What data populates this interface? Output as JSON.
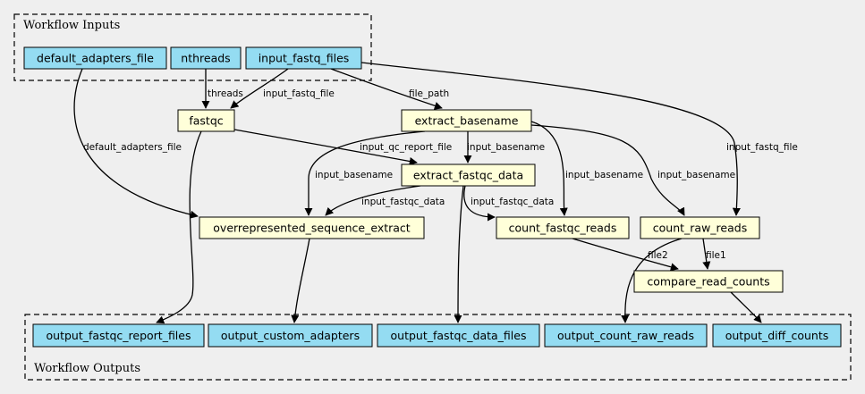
{
  "colors": {
    "background": "#efefef",
    "io_node": "#94dcf2",
    "step_node": "#ffffd9",
    "border": "#000000"
  },
  "clusters": {
    "inputs": {
      "label": "Workflow Inputs"
    },
    "outputs": {
      "label": "Workflow Outputs"
    }
  },
  "nodes": {
    "default_adapters_file": {
      "label": "default_adapters_file",
      "kind": "input"
    },
    "nthreads": {
      "label": "nthreads",
      "kind": "input"
    },
    "input_fastq_files": {
      "label": "input_fastq_files",
      "kind": "input"
    },
    "fastqc": {
      "label": "fastqc",
      "kind": "step"
    },
    "extract_basename": {
      "label": "extract_basename",
      "kind": "step"
    },
    "extract_fastqc_data": {
      "label": "extract_fastqc_data",
      "kind": "step"
    },
    "overrepresented_sequence_extract": {
      "label": "overrepresented_sequence_extract",
      "kind": "step"
    },
    "count_fastqc_reads": {
      "label": "count_fastqc_reads",
      "kind": "step"
    },
    "count_raw_reads": {
      "label": "count_raw_reads",
      "kind": "step"
    },
    "compare_read_counts": {
      "label": "compare_read_counts",
      "kind": "step"
    },
    "output_fastqc_report_files": {
      "label": "output_fastqc_report_files",
      "kind": "output"
    },
    "output_custom_adapters": {
      "label": "output_custom_adapters",
      "kind": "output"
    },
    "output_fastqc_data_files": {
      "label": "output_fastqc_data_files",
      "kind": "output"
    },
    "output_count_raw_reads": {
      "label": "output_count_raw_reads",
      "kind": "output"
    },
    "output_diff_counts": {
      "label": "output_diff_counts",
      "kind": "output"
    }
  },
  "edges": [
    {
      "from": "nthreads",
      "to": "fastqc",
      "label": "threads"
    },
    {
      "from": "input_fastq_files",
      "to": "fastqc",
      "label": "input_fastq_file"
    },
    {
      "from": "input_fastq_files",
      "to": "extract_basename",
      "label": "file_path"
    },
    {
      "from": "input_fastq_files",
      "to": "count_raw_reads",
      "label": "input_fastq_file"
    },
    {
      "from": "default_adapters_file",
      "to": "overrepresented_sequence_extract",
      "label": "default_adapters_file"
    },
    {
      "from": "fastqc",
      "to": "extract_fastqc_data",
      "label": "input_qc_report_file"
    },
    {
      "from": "fastqc",
      "to": "output_fastqc_report_files",
      "label": ""
    },
    {
      "from": "extract_basename",
      "to": "extract_fastqc_data",
      "label": "input_basename"
    },
    {
      "from": "extract_basename",
      "to": "overrepresented_sequence_extract",
      "label": "input_basename"
    },
    {
      "from": "extract_basename",
      "to": "count_fastqc_reads",
      "label": "input_basename"
    },
    {
      "from": "extract_basename",
      "to": "count_raw_reads",
      "label": "input_basename"
    },
    {
      "from": "extract_fastqc_data",
      "to": "overrepresented_sequence_extract",
      "label": "input_fastqc_data"
    },
    {
      "from": "extract_fastqc_data",
      "to": "count_fastqc_reads",
      "label": "input_fastqc_data"
    },
    {
      "from": "extract_fastqc_data",
      "to": "output_fastqc_data_files",
      "label": ""
    },
    {
      "from": "overrepresented_sequence_extract",
      "to": "output_custom_adapters",
      "label": ""
    },
    {
      "from": "count_fastqc_reads",
      "to": "compare_read_counts",
      "label": "file2"
    },
    {
      "from": "count_raw_reads",
      "to": "compare_read_counts",
      "label": "file1"
    },
    {
      "from": "count_raw_reads",
      "to": "output_count_raw_reads",
      "label": ""
    },
    {
      "from": "compare_read_counts",
      "to": "output_diff_counts",
      "label": ""
    }
  ]
}
